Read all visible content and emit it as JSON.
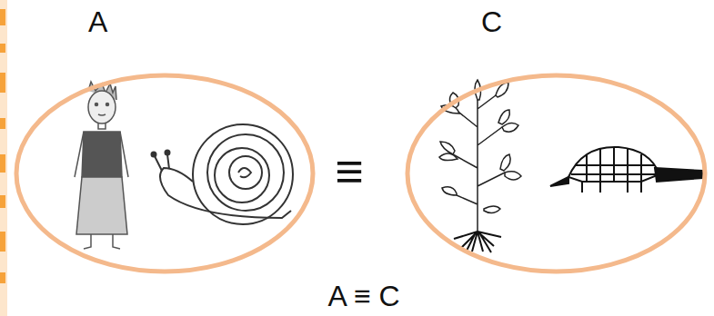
{
  "diagram": {
    "nodes": [
      {
        "text": [
          "A"
        ]
      },
      {
        "text": [
          "C"
        ]
      }
    ],
    "labels": [
      "≡",
      "A ≡ C"
    ]
  }
}
